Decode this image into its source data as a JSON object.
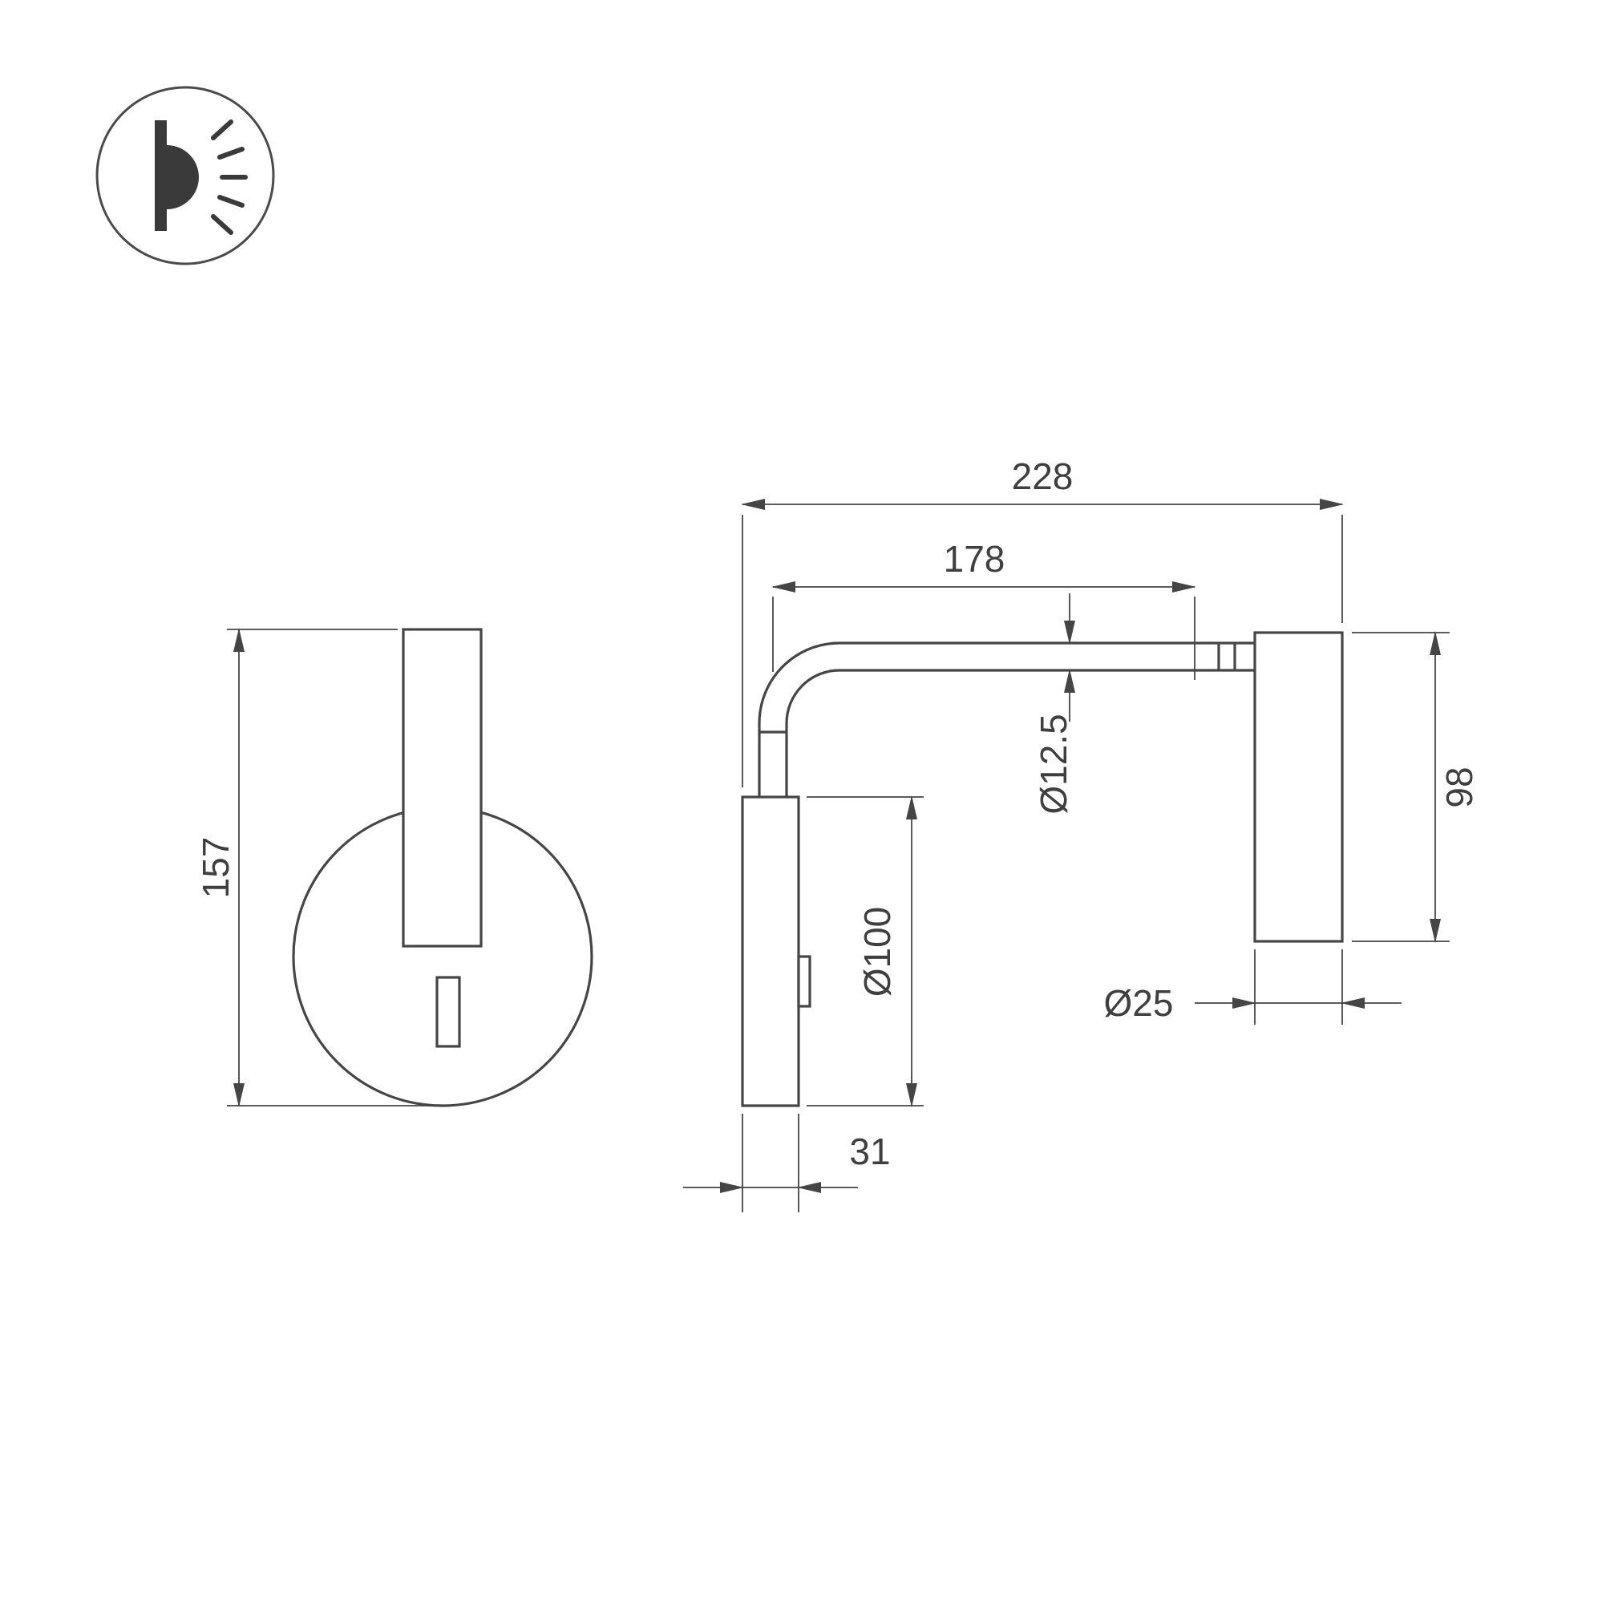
{
  "icon": {
    "name": "wall-lamp-light-icon"
  },
  "colors": {
    "line": "#454545",
    "text": "#3f3f3f",
    "background": "#ffffff"
  },
  "front_view": {
    "height_dim": "157"
  },
  "side_view": {
    "total_length_dim": "228",
    "arm_length_dim": "178",
    "tube_diameter_dim": "Ø12.5",
    "head_length_dim": "98",
    "base_diameter_dim": "Ø100",
    "head_diameter_dim": "Ø25",
    "base_depth_dim": "31"
  }
}
